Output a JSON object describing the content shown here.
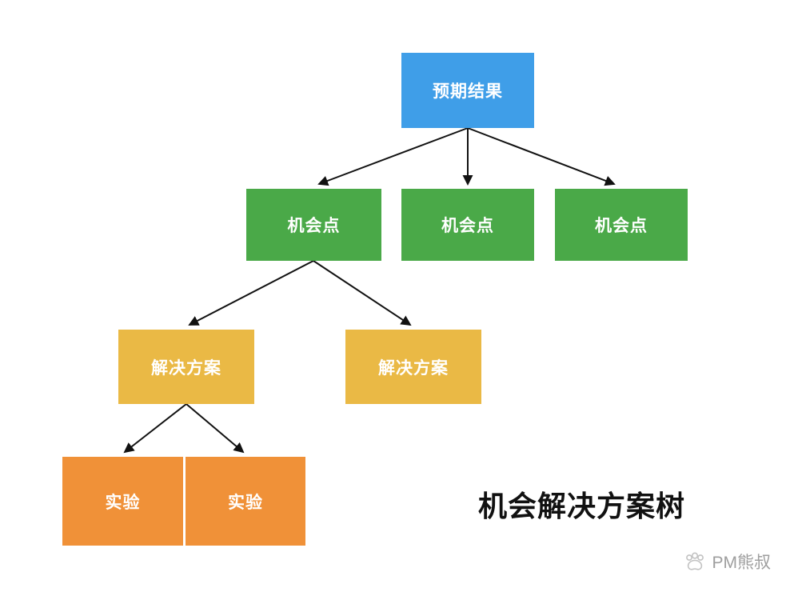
{
  "diagram": {
    "title": "机会解决方案树",
    "nodes": {
      "outcome": {
        "label": "预期结果",
        "color": "#3f9ee8"
      },
      "opp1": {
        "label": "机会点",
        "color": "#4aa948"
      },
      "opp2": {
        "label": "机会点",
        "color": "#4aa948"
      },
      "opp3": {
        "label": "机会点",
        "color": "#4aa948"
      },
      "sol1": {
        "label": "解决方案",
        "color": "#eab945"
      },
      "sol2": {
        "label": "解决方案",
        "color": "#eab945"
      },
      "exp1": {
        "label": "实验",
        "color": "#f09138"
      },
      "exp2": {
        "label": "实验",
        "color": "#f09138"
      }
    },
    "edges": [
      {
        "from": "outcome",
        "to": "opp1"
      },
      {
        "from": "outcome",
        "to": "opp2"
      },
      {
        "from": "outcome",
        "to": "opp3"
      },
      {
        "from": "opp1",
        "to": "sol1"
      },
      {
        "from": "opp1",
        "to": "sol2"
      },
      {
        "from": "sol1",
        "to": "exp1"
      },
      {
        "from": "sol1",
        "to": "exp2"
      }
    ],
    "edge_color": "#111111",
    "watermark": {
      "text": "PM熊叔"
    }
  }
}
